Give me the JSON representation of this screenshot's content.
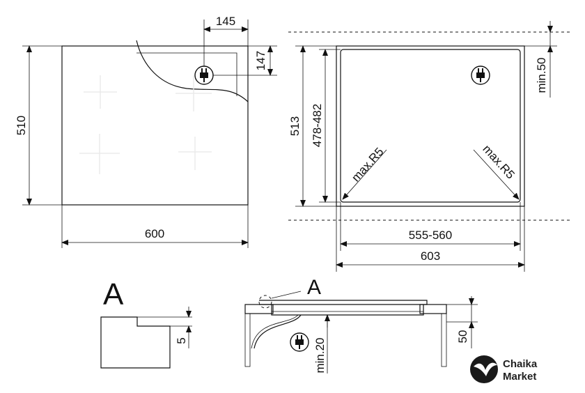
{
  "dimensions": {
    "width_600": "600",
    "height_510": "510",
    "socket_x_145": "145",
    "socket_y_147": "147",
    "cutout_depth_513": "513",
    "cutout_inner_depth": "478-482",
    "cutout_inner_width": "555-560",
    "cutout_width_603": "603",
    "clearance_top": "min.50",
    "radius_left": "max.R5",
    "radius_right": "max.R5",
    "edge_5": "5",
    "depth_50": "50",
    "clearance_bottom": "min.20"
  },
  "labels": {
    "detail_a_large": "A",
    "detail_a_small": "A"
  },
  "brand": {
    "line1": "Chaika",
    "line2": "Market"
  }
}
